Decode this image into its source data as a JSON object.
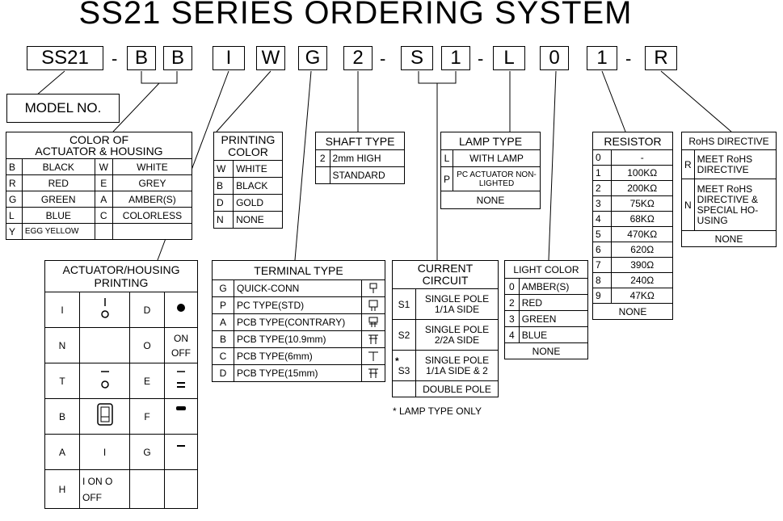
{
  "title": "SS21 SERIES ORDERING SYSTEM",
  "codes": [
    "SS21",
    "-",
    "B",
    "B",
    "I",
    "W",
    "G",
    "2",
    "-",
    "S",
    "1",
    "-",
    "L",
    "0",
    "1",
    "-",
    "R"
  ],
  "model_no": "MODEL NO.",
  "color": {
    "title1": "COLOR OF",
    "title2": "ACTUATOR & HOUSING",
    "rows": [
      [
        "B",
        "BLACK",
        "W",
        "WHITE"
      ],
      [
        "R",
        "RED",
        "E",
        "GREY"
      ],
      [
        "G",
        "GREEN",
        "A",
        "AMBER(S)"
      ],
      [
        "L",
        "BLUE",
        "C",
        "COLORLESS"
      ],
      [
        "Y",
        "EGG YELLOW",
        "",
        ""
      ]
    ]
  },
  "printing_color": {
    "title1": "PRINTING",
    "title2": "COLOR",
    "rows": [
      [
        "W",
        "WHITE"
      ],
      [
        "B",
        "BLACK"
      ],
      [
        "D",
        "GOLD"
      ],
      [
        "N",
        "NONE"
      ]
    ]
  },
  "shaft": {
    "title": "SHAFT TYPE",
    "rows": [
      [
        "2",
        "2mm HIGH"
      ],
      [
        "",
        "STANDARD"
      ]
    ]
  },
  "lamp": {
    "title": "LAMP TYPE",
    "rows": [
      [
        "L",
        "WITH LAMP"
      ],
      [
        "P",
        "PC ACTUATOR NON-LIGHTED"
      ]
    ],
    "none": "NONE"
  },
  "resistor": {
    "title": "RESISTOR",
    "rows": [
      [
        "0",
        "-"
      ],
      [
        "1",
        "100KΩ"
      ],
      [
        "2",
        "200KΩ"
      ],
      [
        "3",
        "75KΩ"
      ],
      [
        "4",
        "68KΩ"
      ],
      [
        "5",
        "470KΩ"
      ],
      [
        "6",
        "620Ω"
      ],
      [
        "7",
        "390Ω"
      ],
      [
        "8",
        "240Ω"
      ],
      [
        "9",
        "47KΩ"
      ]
    ],
    "none": "NONE"
  },
  "rohs": {
    "title": "RoHS DIRECTIVE",
    "rows": [
      [
        "R",
        "MEET RoHS DIRECTIVE"
      ],
      [
        "N",
        "MEET RoHS DIRECTIVE & SPECIAL HO-USING"
      ]
    ],
    "none": "NONE"
  },
  "actuator_printing": {
    "title1": "ACTUATOR/HOUSING",
    "title2": "PRINTING",
    "rows": [
      [
        "I",
        "",
        "D",
        ""
      ],
      [
        "N",
        "",
        "O",
        "ON OFF"
      ],
      [
        "T",
        "",
        "E",
        ""
      ],
      [
        "B",
        "",
        "F",
        ""
      ],
      [
        "A",
        "I",
        "G",
        ""
      ],
      [
        "H",
        "I ON O OFF",
        "",
        ""
      ]
    ]
  },
  "terminal": {
    "title": "TERMINAL TYPE",
    "rows": [
      [
        "G",
        "QUICK-CONN"
      ],
      [
        "P",
        "PC TYPE(STD)"
      ],
      [
        "A",
        "PCB TYPE(CONTRARY)"
      ],
      [
        "B",
        "PCB TYPE(10.9mm)"
      ],
      [
        "C",
        "PCB TYPE(6mm)"
      ],
      [
        "D",
        "PCB TYPE(15mm)"
      ]
    ]
  },
  "current": {
    "title1": "CURRENT",
    "title2": "CIRCUIT",
    "rows": [
      [
        "S1",
        "SINGLE POLE 1/1A SIDE"
      ],
      [
        "S2",
        "SINGLE POLE 2/2A SIDE"
      ],
      [
        "S3",
        "SINGLE POLE 1/1A SIDE & 2"
      ],
      [
        "",
        "DOUBLE POLE"
      ]
    ],
    "star": "*",
    "footnote": "* LAMP TYPE ONLY"
  },
  "light": {
    "title": "LIGHT COLOR",
    "rows": [
      [
        "0",
        "AMBER(S)"
      ],
      [
        "2",
        "RED"
      ],
      [
        "3",
        "GREEN"
      ],
      [
        "4",
        "BLUE"
      ]
    ],
    "none": "NONE"
  }
}
